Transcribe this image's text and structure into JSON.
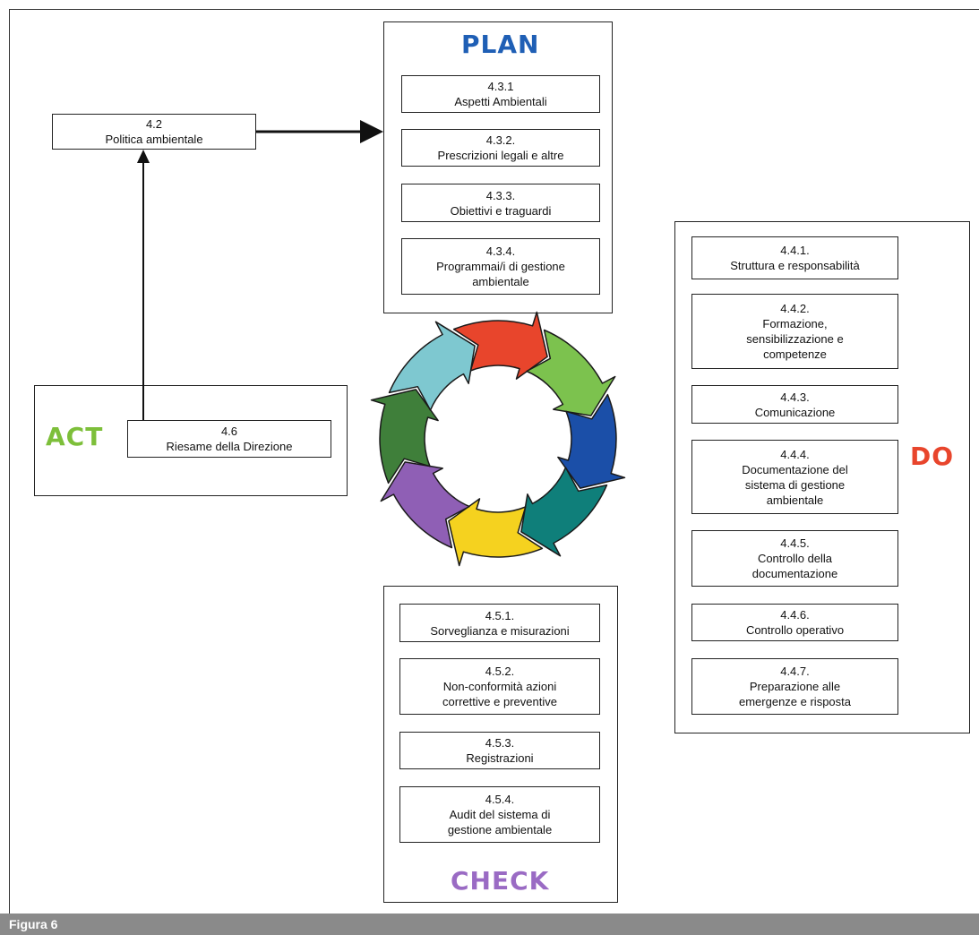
{
  "plan": {
    "title": "PLAN",
    "title_color": "#1f5fb5",
    "items": [
      "4.3.1\nAspetti Ambientali",
      "4.3.2.\nPrescrizioni legali e altre",
      "4.3.3.\nObiettivi e traguardi",
      "4.3.4.\nProgrammai/i di gestione\nambientale"
    ]
  },
  "policy": {
    "label": "4.2\nPolitica ambientale"
  },
  "act": {
    "title": "ACT",
    "title_color": "#7dbf3a",
    "item": "4.6\nRiesame della Direzione"
  },
  "do": {
    "title": "DO",
    "title_color": "#e8452c",
    "items": [
      "4.4.1.\nStruttura e responsabilità",
      "4.4.2.\nFormazione,\nsensibilizzazione e\ncompetenze",
      "4.4.3.\nComunicazione",
      "4.4.4.\nDocumentazione del\nsistema di gestione\nambientale",
      "4.4.5.\nControllo della\ndocumentazione",
      "4.4.6.\nControllo operativo",
      "4.4.7.\nPreparazione alle\nemergenze e risposta"
    ]
  },
  "check": {
    "title": "CHECK",
    "title_color": "#9a6bc4",
    "items": [
      "4.5.1.\nSorveglianza e misurazioni",
      "4.5.2.\nNon-conformità azioni\ncorrettive e preventive",
      "4.5.3.\nRegistrazioni",
      "4.5.4.\nAudit del sistema di\ngestione ambientale"
    ]
  },
  "cycle_colors": [
    "#e8452c",
    "#7cc24e",
    "#1b4fa8",
    "#0f7f7a",
    "#f5d21f",
    "#8f5fb5",
    "#3f7f3a",
    "#7ec8d0"
  ],
  "caption": "Figura 6"
}
